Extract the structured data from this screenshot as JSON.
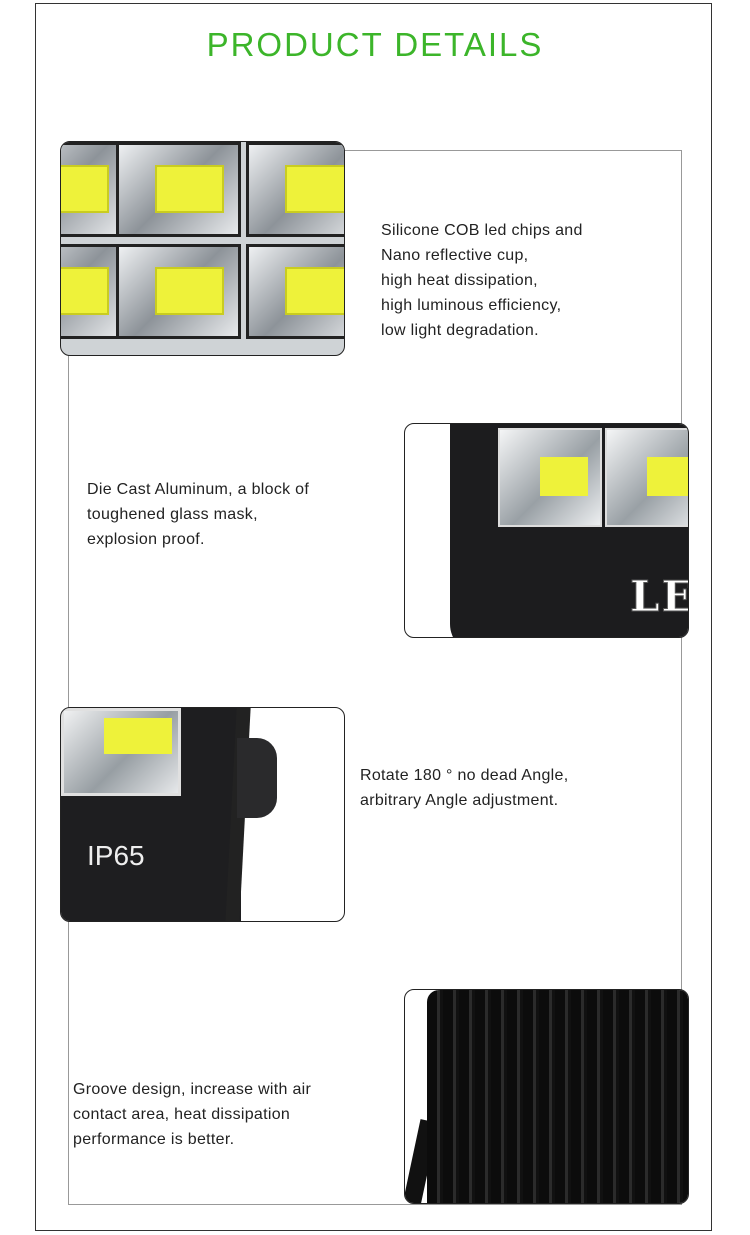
{
  "title": "PRODUCT DETAILS",
  "accent_color": "#3cb52a",
  "sections": [
    {
      "lines": [
        "Silicone COB led chips and",
        "Nano reflective cup,",
        "high heat dissipation,",
        "high luminous efficiency,",
        "low light degradation."
      ]
    },
    {
      "lines": [
        "Die Cast Aluminum, a block of",
        "toughened glass mask,",
        "explosion proof."
      ],
      "product_print": "LED"
    },
    {
      "lines": [
        "Rotate 180 ° no dead Angle,",
        "arbitrary Angle adjustment."
      ],
      "product_print": "IP65"
    },
    {
      "lines": [
        "Groove design, increase with air",
        "contact area, heat dissipation",
        "performance is better."
      ]
    }
  ]
}
